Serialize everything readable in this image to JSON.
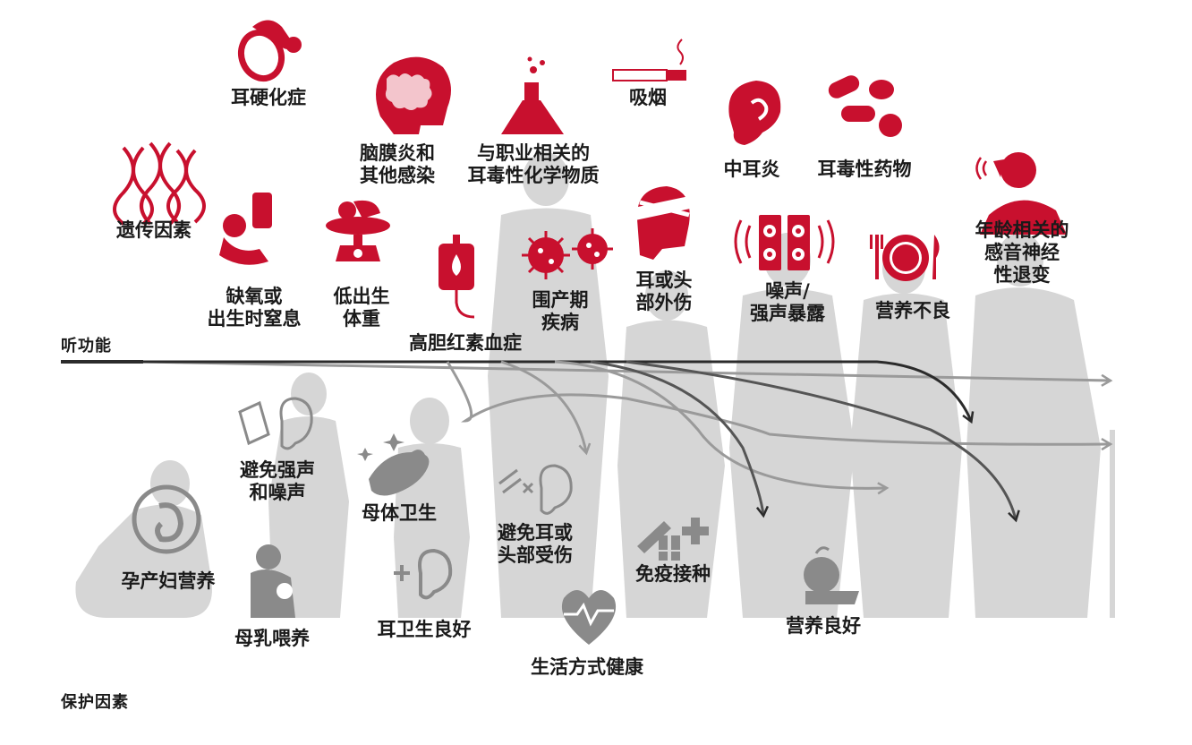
{
  "diagram": {
    "axis_labels": {
      "hearing": "听功能",
      "protective": "保护因素"
    },
    "risk_factors": [
      {
        "id": "otosclerosis",
        "icon": "stapes-bone-icon",
        "lines": [
          "耳硬化症"
        ]
      },
      {
        "id": "meningitis",
        "icon": "brain-head-icon",
        "lines": [
          "脑膜炎和",
          "其他感染"
        ]
      },
      {
        "id": "chemicals",
        "icon": "chemical-flask-icon",
        "lines": [
          "与职业相关的",
          "耳毒性化学物质"
        ]
      },
      {
        "id": "smoking",
        "icon": "cigarette-icon",
        "lines": [
          "吸烟"
        ]
      },
      {
        "id": "otitis",
        "icon": "ear-icon",
        "lines": [
          "中耳炎"
        ]
      },
      {
        "id": "ototoxic-drugs",
        "icon": "pills-icon",
        "lines": [
          "耳毒性药物"
        ]
      },
      {
        "id": "genetic",
        "icon": "dna-icon",
        "lines": [
          "遗传因素"
        ]
      },
      {
        "id": "hypoxia",
        "icon": "infant-oxygen-icon",
        "lines": [
          "缺氧或",
          "出生时窒息"
        ]
      },
      {
        "id": "low-birth-weight",
        "icon": "baby-scale-icon",
        "lines": [
          "低出生",
          "体重"
        ]
      },
      {
        "id": "bilirubin",
        "icon": "iv-bag-icon",
        "lines": [
          "高胆红素血症"
        ]
      },
      {
        "id": "perinatal",
        "icon": "virus-icon",
        "lines": [
          "围产期",
          "疾病"
        ]
      },
      {
        "id": "head-injury",
        "icon": "bandaged-head-icon",
        "lines": [
          "耳或头",
          "部外伤"
        ]
      },
      {
        "id": "noise",
        "icon": "speaker-icon",
        "lines": [
          "噪声/",
          "强声暴露"
        ]
      },
      {
        "id": "malnutrition",
        "icon": "plate-cutlery-icon",
        "lines": [
          "营养不良"
        ]
      },
      {
        "id": "age-related",
        "icon": "elderly-listening-icon",
        "lines": [
          "年龄相关的",
          "感音神经",
          "性退变"
        ]
      }
    ],
    "protective_factors": [
      {
        "id": "avoid-noise",
        "icon": "ear-protection-icon",
        "lines": [
          "避免强声",
          "和噪声"
        ]
      },
      {
        "id": "maternal-hygiene",
        "icon": "washing-hand-icon",
        "lines": [
          "母体卫生"
        ]
      },
      {
        "id": "avoid-injury",
        "icon": "ear-cross-icon",
        "lines": [
          "避免耳或",
          "头部受伤"
        ]
      },
      {
        "id": "maternal-nutrition",
        "icon": "fetus-icon",
        "lines": [
          "孕产妇营养"
        ]
      },
      {
        "id": "breastfeeding",
        "icon": "breastfeeding-icon",
        "lines": [
          "母乳喂养"
        ]
      },
      {
        "id": "ear-hygiene",
        "icon": "ear-plus-icon",
        "lines": [
          "耳卫生良好"
        ]
      },
      {
        "id": "vaccination",
        "icon": "syringe-icon",
        "lines": [
          "免疫接种"
        ]
      },
      {
        "id": "nutrition",
        "icon": "healthy-food-icon",
        "lines": [
          "营养良好"
        ]
      },
      {
        "id": "healthy-lifestyle",
        "icon": "heart-pulse-icon",
        "lines": [
          "生活方式健康"
        ]
      }
    ],
    "colors": {
      "risk": "#c8102e",
      "protective": "#8a8a8a",
      "silhouette": "#d4d4d4",
      "line_dark": "#2b2b2b",
      "line_light": "#9a9a9a"
    }
  }
}
